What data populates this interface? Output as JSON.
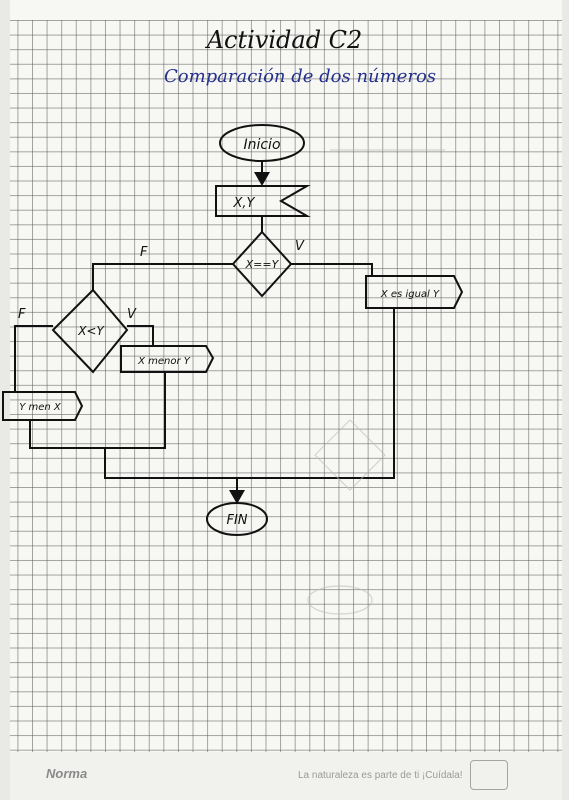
{
  "page": {
    "title": "Actividad C2",
    "subtitle": "Comparación de dos números"
  },
  "flowchart": {
    "start": "Inicio",
    "input": "X,Y",
    "decision_equal": "X==Y",
    "decision_less": "X<Y",
    "output_equal": "X es igual Y",
    "output_less": "X menor Y",
    "output_greater": "Y men X",
    "end": "FIN",
    "branch_true": "V",
    "branch_false": "F"
  },
  "footer": {
    "brand": "Norma",
    "slogan": "La naturaleza es parte de ti ¡Cuídala!"
  }
}
